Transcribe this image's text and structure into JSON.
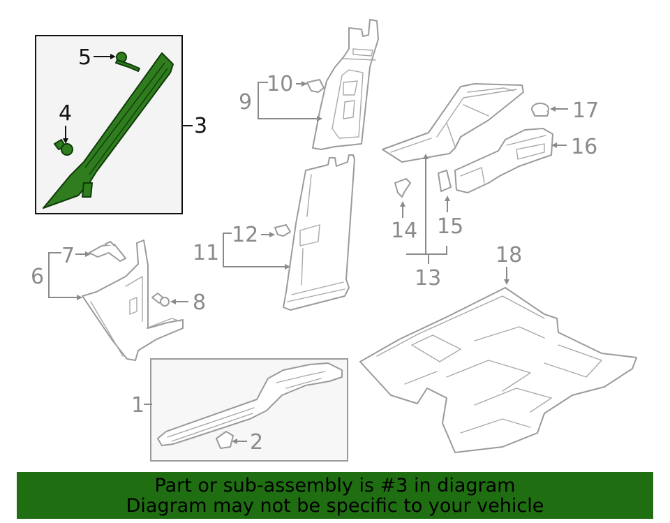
{
  "callouts": {
    "c1": "1",
    "c2": "2",
    "c3": "3",
    "c4": "4",
    "c5": "5",
    "c6": "6",
    "c7": "7",
    "c8": "8",
    "c9": "9",
    "c10": "10",
    "c11": "11",
    "c12": "12",
    "c13": "13",
    "c14": "14",
    "c15": "15",
    "c16": "16",
    "c17": "17",
    "c18": "18"
  },
  "highlight": {
    "part_number": "3",
    "color": "#2f7d1e"
  },
  "banner": {
    "line1": "Part or sub-assembly is #3 in diagram",
    "line2": "Diagram may not be specific to your vehicle",
    "background": "#1f6e12"
  }
}
